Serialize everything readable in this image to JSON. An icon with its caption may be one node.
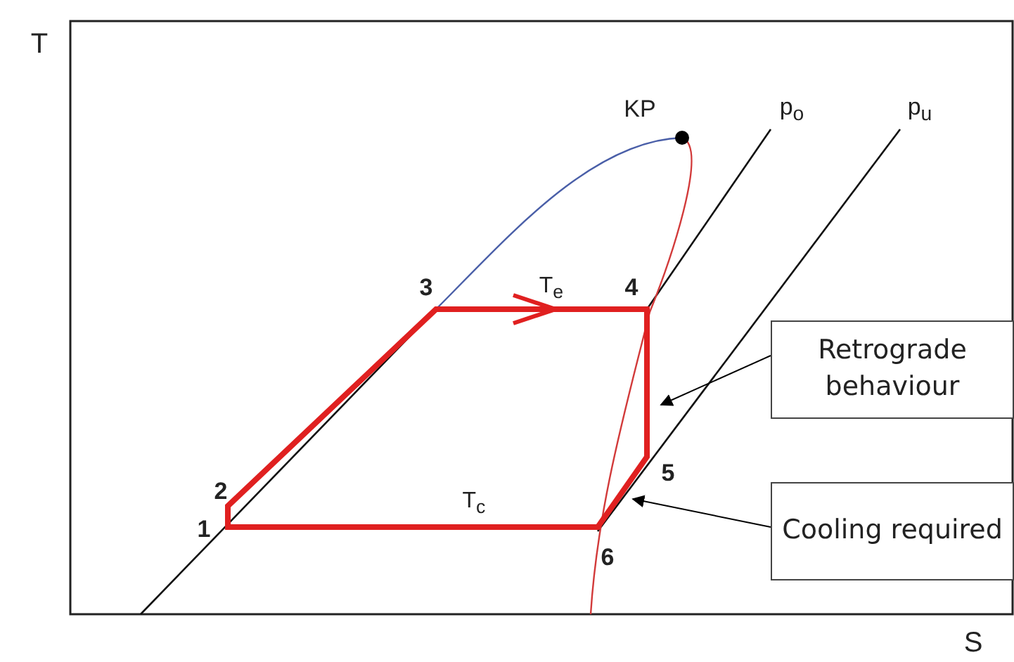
{
  "diagram": {
    "nodes": [
      {
        "text": [
          "Retrograde behaviour"
        ]
      },
      {
        "text": [
          "Cooling required"
        ]
      }
    ],
    "edges": [
      {
        "from": 0,
        "to": null,
        "arrow": "to"
      },
      {
        "from": 1,
        "to": null,
        "arrow": "to"
      }
    ],
    "labels": [
      "T",
      "KP",
      "p$_{o}$",
      "p$_{u}$",
      "3",
      "T$_{e}$",
      "4",
      "2",
      "1",
      "T$_{c}$",
      "5",
      "6",
      "S"
    ]
  }
}
